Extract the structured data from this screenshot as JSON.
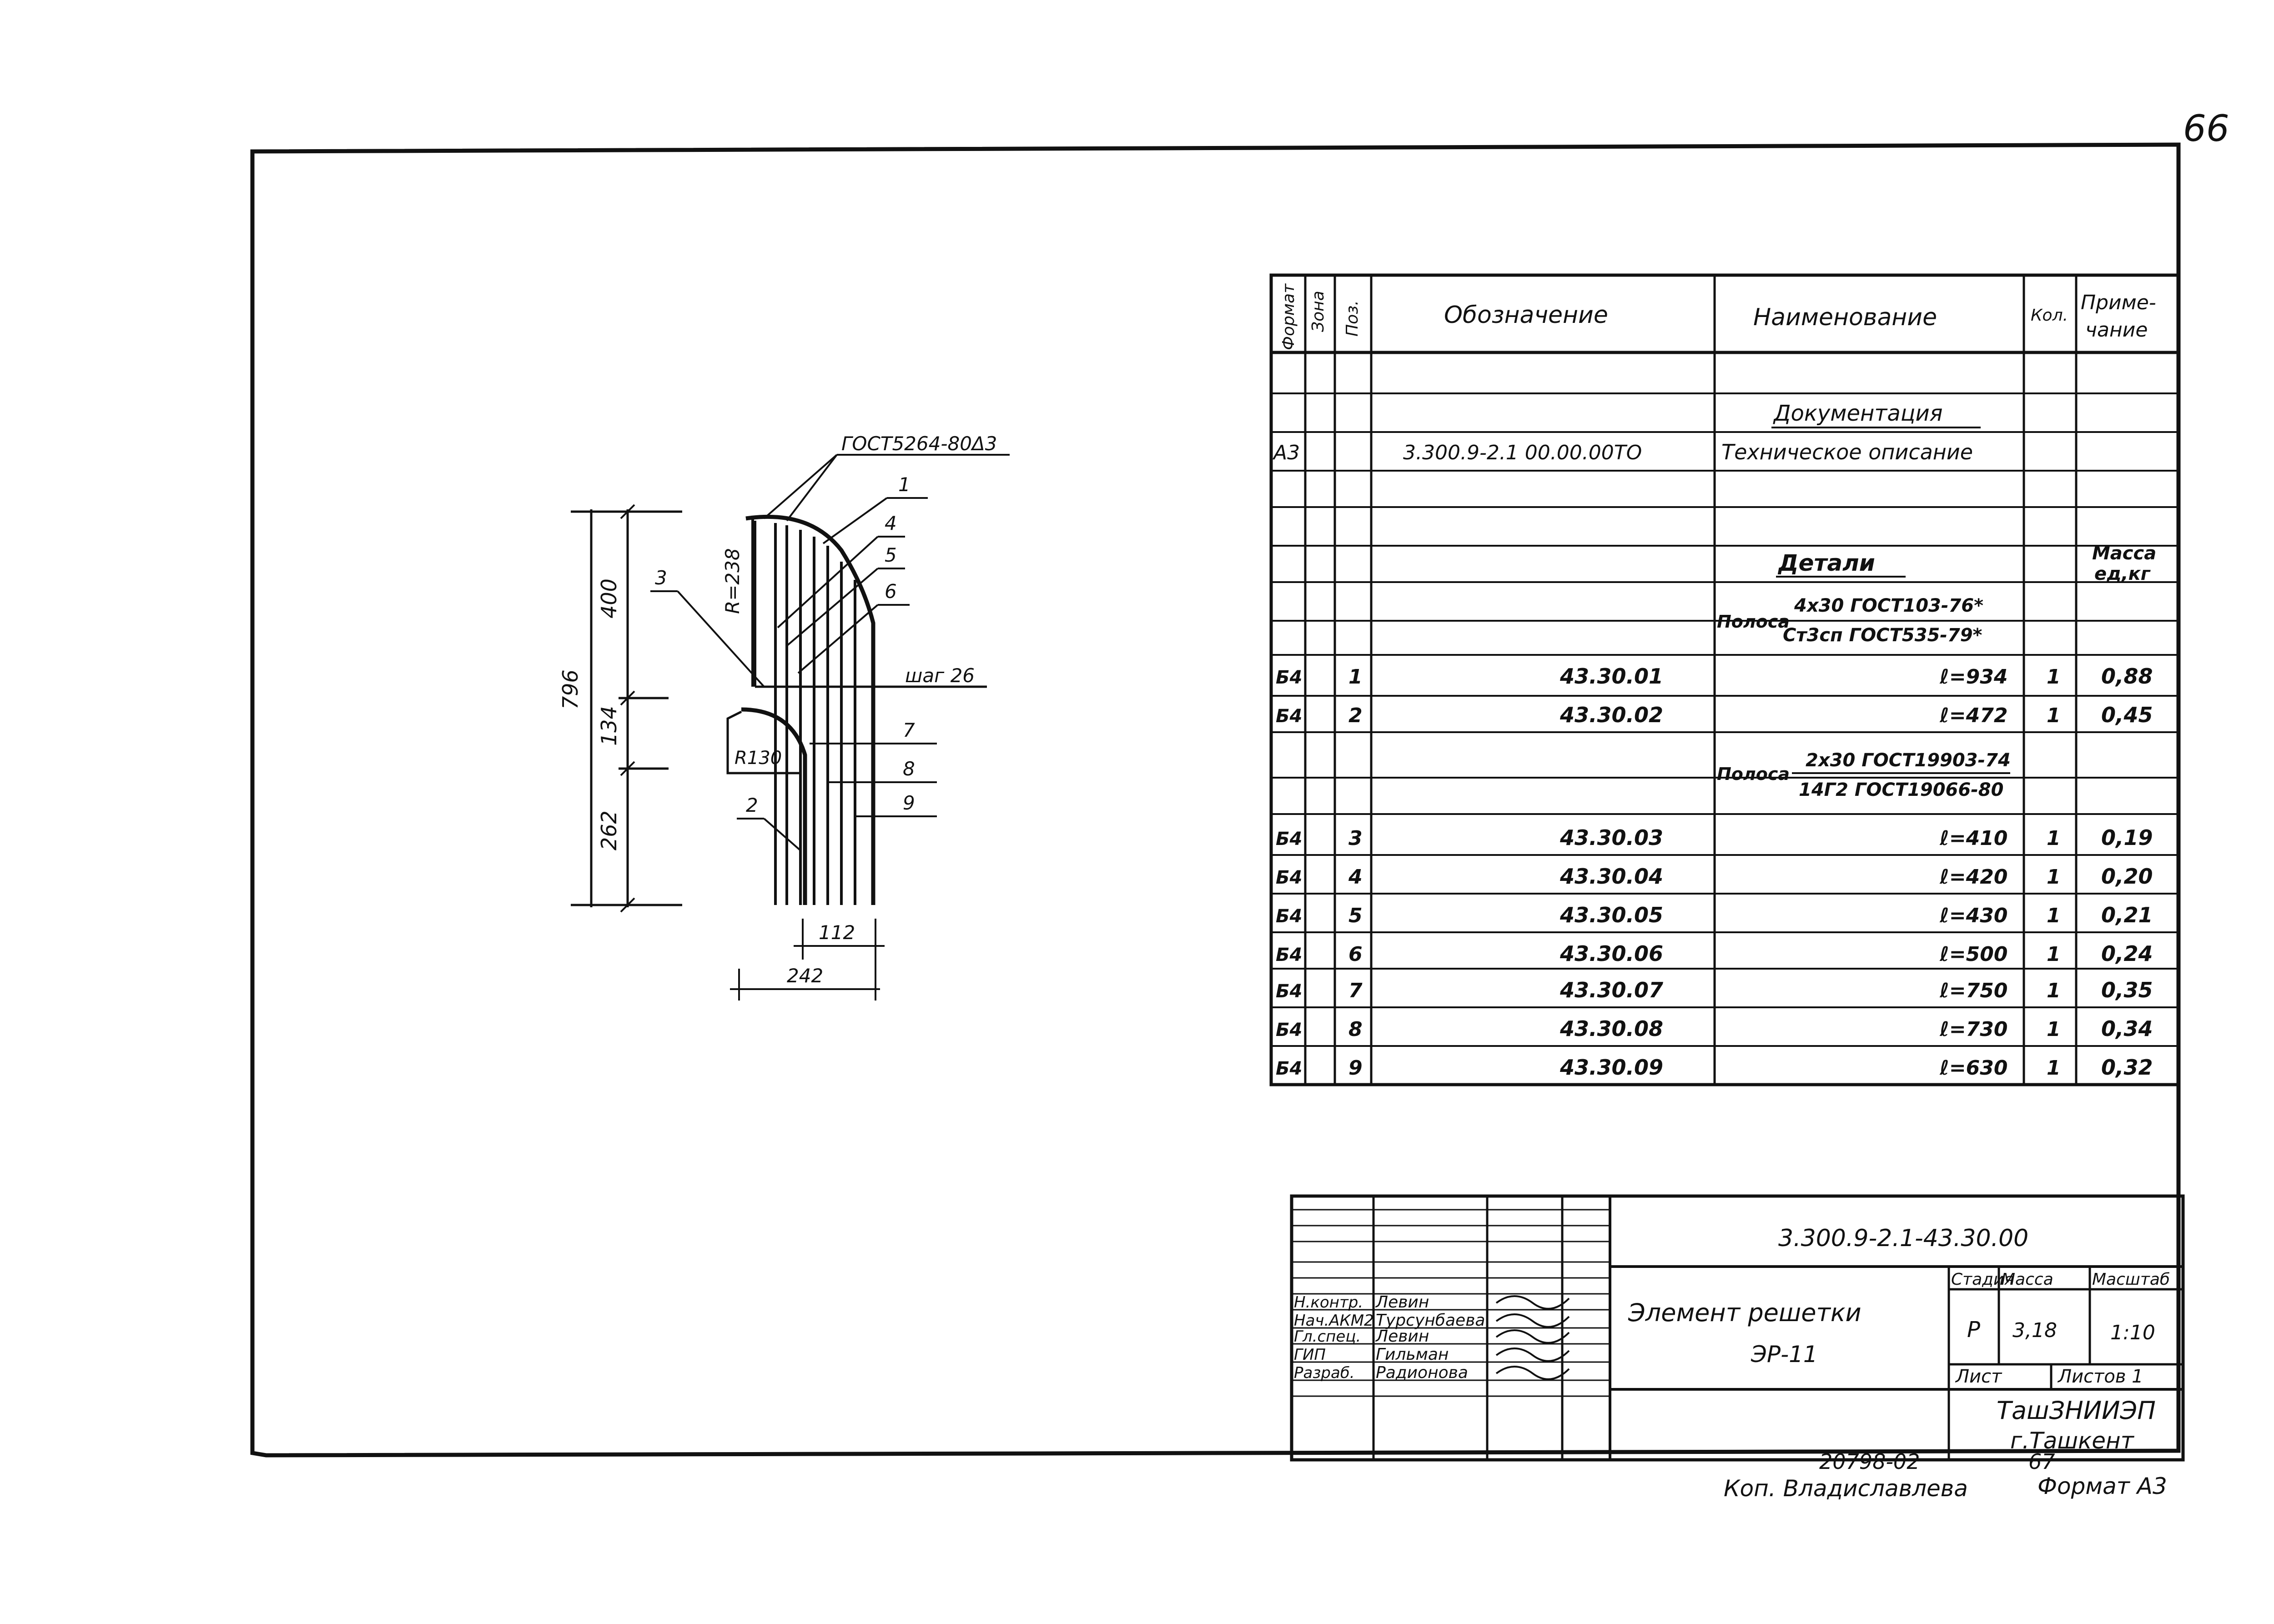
{
  "sheet": {
    "page_number": "66",
    "bottom_note": "Коп. Владиславлева",
    "bottom_number": "20798-02",
    "bottom_page": "67",
    "format": "Формат А3"
  },
  "drawing": {
    "dim_total": "796",
    "dim_top": "400",
    "dim_mid": "134",
    "dim_bottom": "262",
    "radius_big": "R=238",
    "radius_small": "R130",
    "step": "шаг 26",
    "gost": "ГОСТ5264-80Δ3",
    "dim_112": "112",
    "dim_242": "242",
    "labels": [
      "1",
      "2",
      "3",
      "4",
      "5",
      "6",
      "7",
      "8",
      "9"
    ]
  },
  "spec": {
    "headers": {
      "format": "Формат",
      "zone": "Зона",
      "pos": "Поз.",
      "designation": "Обозначение",
      "name": "Наименование",
      "qty": "Кол.",
      "note": "Приме-\nчание",
      "note_l1": "Приме-",
      "note_l2": "чание"
    },
    "section_docs": "Документация",
    "doc_row": {
      "format": "А3",
      "designation": "3.300.9-2.1 00.00.00ТО",
      "name": "Техническое описание"
    },
    "section_details": "Детали",
    "mass_header_l1": "Масса",
    "mass_header_l2": "ед,кг",
    "material1_prefix": "Полоса",
    "material1_top": "4х30 ГОСТ103-76*",
    "material1_bottom": "Ст3сп ГОСТ535-79*",
    "material2_prefix": "Полоса",
    "material2_top": "2х30 ГОСТ19903-74",
    "material2_bottom": "14Г2  ГОСТ19066-80",
    "rows": [
      {
        "format": "Б4",
        "pos": "1",
        "designation": "43.30.01",
        "name": "ℓ=934",
        "qty": "1",
        "note": "0,88"
      },
      {
        "format": "Б4",
        "pos": "2",
        "designation": "43.30.02",
        "name": "ℓ=472",
        "qty": "1",
        "note": "0,45"
      },
      {
        "format": "Б4",
        "pos": "3",
        "designation": "43.30.03",
        "name": "ℓ=410",
        "qty": "1",
        "note": "0,19"
      },
      {
        "format": "Б4",
        "pos": "4",
        "designation": "43.30.04",
        "name": "ℓ=420",
        "qty": "1",
        "note": "0,20"
      },
      {
        "format": "Б4",
        "pos": "5",
        "designation": "43.30.05",
        "name": "ℓ=430",
        "qty": "1",
        "note": "0,21"
      },
      {
        "format": "Б4",
        "pos": "6",
        "designation": "43.30.06",
        "name": "ℓ=500",
        "qty": "1",
        "note": "0,24"
      },
      {
        "format": "Б4",
        "pos": "7",
        "designation": "43.30.07",
        "name": "ℓ=750",
        "qty": "1",
        "note": "0,35"
      },
      {
        "format": "Б4",
        "pos": "8",
        "designation": "43.30.08",
        "name": "ℓ=730",
        "qty": "1",
        "note": "0,34"
      },
      {
        "format": "Б4",
        "pos": "9",
        "designation": "43.30.09",
        "name": "ℓ=630",
        "qty": "1",
        "note": "0,32"
      }
    ]
  },
  "title_block": {
    "doc_code": "3.300.9-2.1-43.30.00",
    "title_l1": "Элемент решетки",
    "title_l2": "ЭР-11",
    "stage_label": "Стадия",
    "mass_label": "Масса",
    "scale_label": "Масштаб",
    "stage": "Р",
    "mass": "3,18",
    "scale": "1:10",
    "sheet_label": "Лист",
    "sheets_label": "Листов 1",
    "org_l1": "ТашЗНИИЭП",
    "org_l2": "г.Ташкент",
    "staff": [
      {
        "role": "Н.контр.",
        "name": "Левин"
      },
      {
        "role": "Нач.АКМ2",
        "name": "Турсунбаева"
      },
      {
        "role": "Гл.спец.",
        "name": "Левин"
      },
      {
        "role": "ГИП",
        "name": "Гильман"
      },
      {
        "role": "Разраб.",
        "name": "Радионова"
      }
    ]
  }
}
